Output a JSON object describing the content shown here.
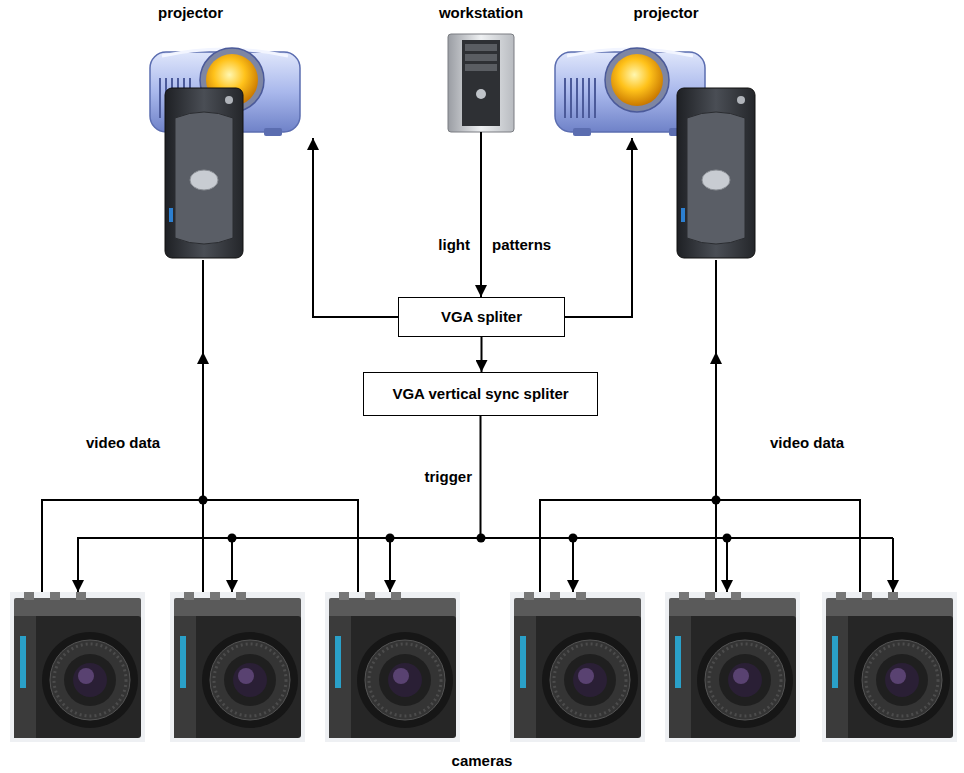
{
  "diagram": {
    "nodes": [
      {
        "text": [
          "projector"
        ]
      },
      {
        "text": [
          "workstation"
        ]
      },
      {
        "text": [
          "projector"
        ]
      },
      {
        "text": [
          "VGA spliter"
        ]
      },
      {
        "text": [
          "VGA vertical sync spliter"
        ]
      },
      {
        "text": [
          "cameras"
        ]
      }
    ],
    "edges": [
      {
        "from": 1,
        "to": 3,
        "arrow": "to"
      },
      {
        "from": 3,
        "to": 0,
        "arrow": "to"
      },
      {
        "from": 3,
        "to": 2,
        "arrow": "to"
      },
      {
        "from": 3,
        "to": 4,
        "arrow": "to"
      },
      {
        "from": 4,
        "to": 5,
        "label": "trigger",
        "arrow": "to"
      }
    ],
    "labels": [
      "light",
      "patterns",
      "video data",
      "video data"
    ]
  }
}
